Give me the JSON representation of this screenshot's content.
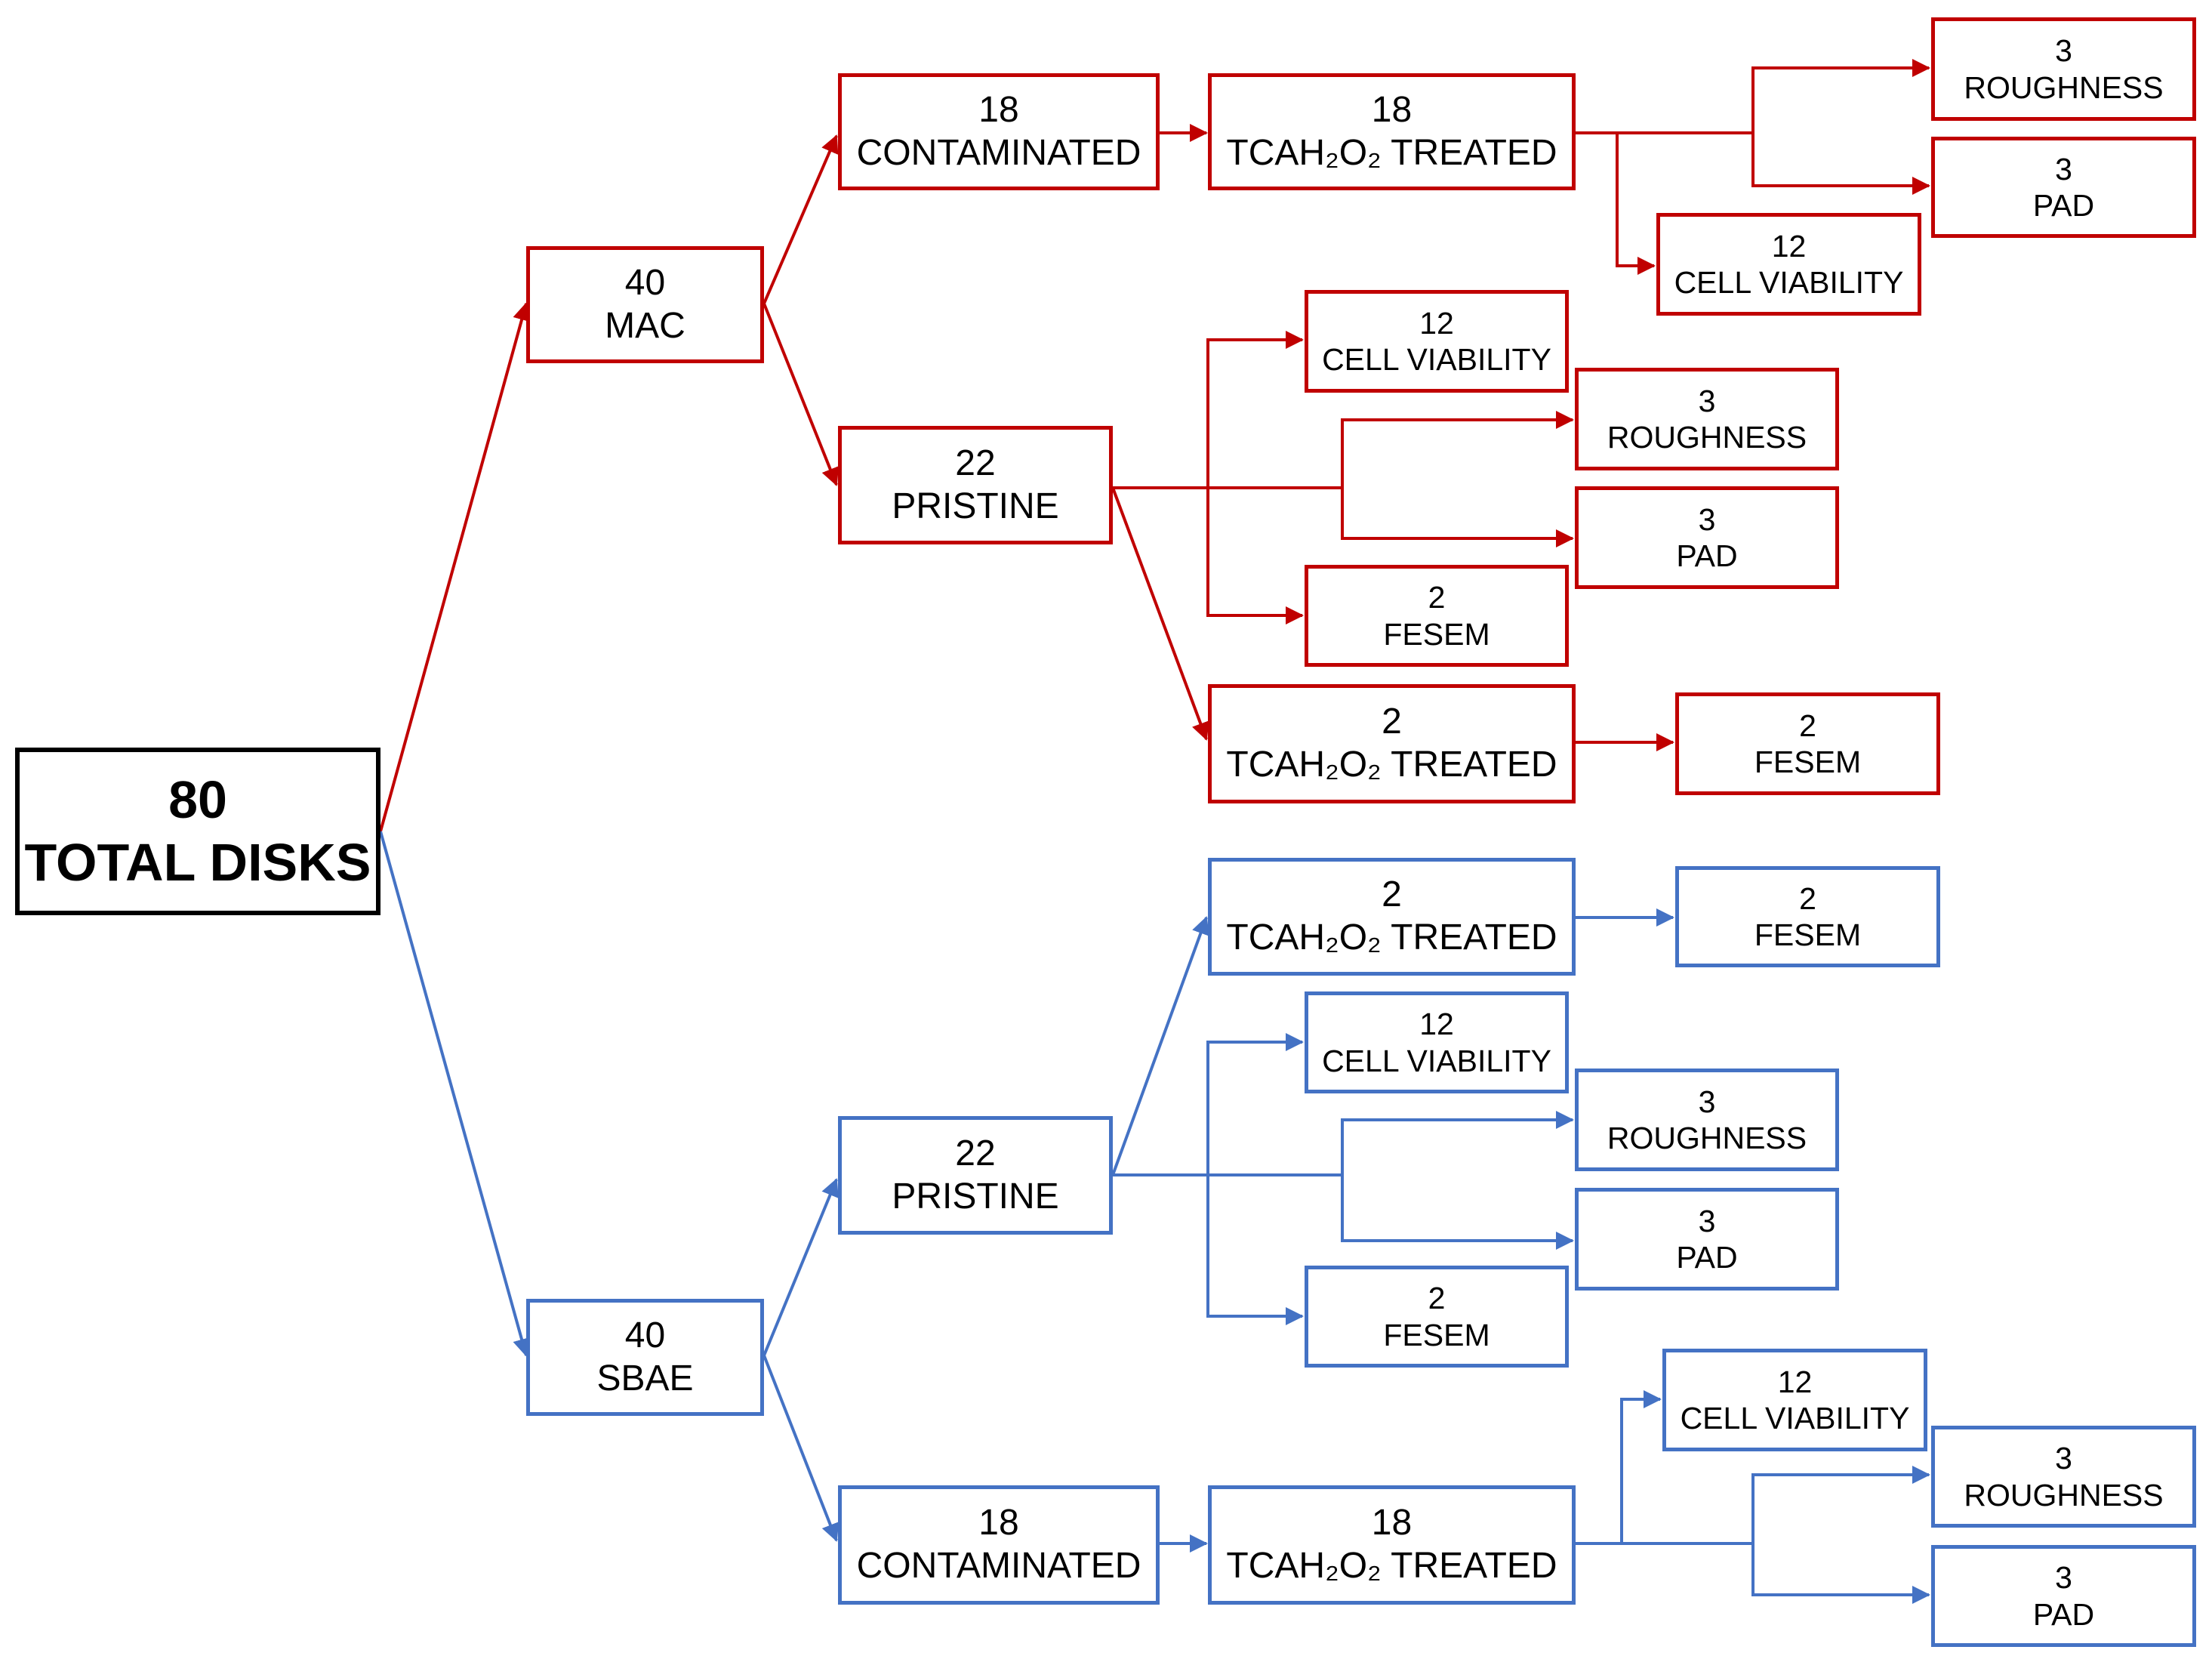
{
  "colors": {
    "mac": "#c00000",
    "sbae": "#4472c4",
    "root": "#000000"
  },
  "nodes": {
    "root": {
      "count": "80",
      "label": "TOTAL DISKS"
    },
    "mac": {
      "count": "40",
      "label": "MAC"
    },
    "mac_contaminated": {
      "count": "18",
      "label": "CONTAMINATED"
    },
    "mac_cont_treated": {
      "count": "18",
      "label": "TCAH₂O₂ TREATED"
    },
    "mac_cont_roughness": {
      "count": "3",
      "label": "ROUGHNESS"
    },
    "mac_cont_pad": {
      "count": "3",
      "label": "PAD"
    },
    "mac_cont_cell": {
      "count": "12",
      "label": "CELL VIABILITY"
    },
    "mac_pristine": {
      "count": "22",
      "label": "PRISTINE"
    },
    "mac_pris_cell": {
      "count": "12",
      "label": "CELL VIABILITY"
    },
    "mac_pris_roughness": {
      "count": "3",
      "label": "ROUGHNESS"
    },
    "mac_pris_pad": {
      "count": "3",
      "label": "PAD"
    },
    "mac_pris_fesem": {
      "count": "2",
      "label": "FESEM"
    },
    "mac_pris_treated": {
      "count": "2",
      "label": "TCAH₂O₂ TREATED"
    },
    "mac_pris_treated_fesem": {
      "count": "2",
      "label": "FESEM"
    },
    "sbae": {
      "count": "40",
      "label": "SBAE"
    },
    "sbae_pristine": {
      "count": "22",
      "label": "PRISTINE"
    },
    "sbae_pris_treated": {
      "count": "2",
      "label": "TCAH₂O₂ TREATED"
    },
    "sbae_pris_treated_fesem": {
      "count": "2",
      "label": "FESEM"
    },
    "sbae_pris_cell": {
      "count": "12",
      "label": "CELL VIABILITY"
    },
    "sbae_pris_roughness": {
      "count": "3",
      "label": "ROUGHNESS"
    },
    "sbae_pris_pad": {
      "count": "3",
      "label": "PAD"
    },
    "sbae_pris_fesem": {
      "count": "2",
      "label": "FESEM"
    },
    "sbae_contaminated": {
      "count": "18",
      "label": "CONTAMINATED"
    },
    "sbae_cont_treated": {
      "count": "18",
      "label": "TCAH₂O₂ TREATED"
    },
    "sbae_cont_cell": {
      "count": "12",
      "label": "CELL VIABILITY"
    },
    "sbae_cont_roughness": {
      "count": "3",
      "label": "ROUGHNESS"
    },
    "sbae_cont_pad": {
      "count": "3",
      "label": "PAD"
    }
  }
}
